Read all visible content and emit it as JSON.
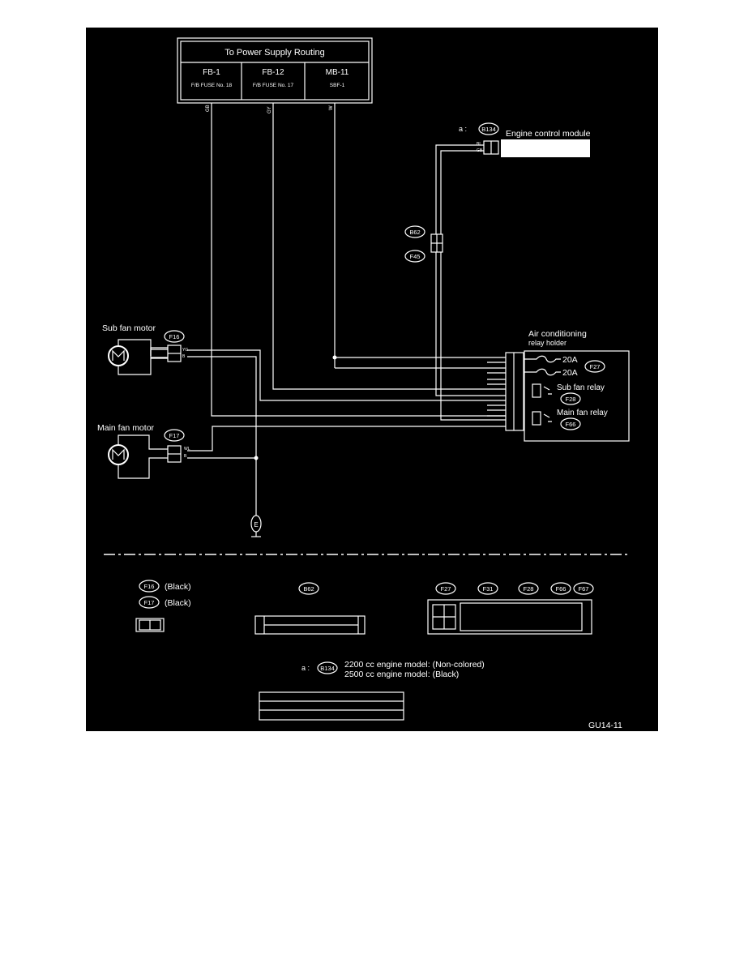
{
  "power_box": {
    "title": "To Power Supply Routing",
    "cols": [
      {
        "code": "FB-1",
        "sub": "F/B FUSE No. 18"
      },
      {
        "code": "FB-12",
        "sub": "F/B FUSE No. 17"
      },
      {
        "code": "MB-11",
        "sub": "SBF-1"
      }
    ]
  },
  "wire_colors": {
    "fb1": "GB",
    "fb12": "GY",
    "mb11": "W",
    "ecm_top": "BL",
    "ecm_bottom": "GB",
    "sub_top": "YG",
    "sub_bottom": "B",
    "main_top": "WL",
    "main_bottom": "B"
  },
  "ecm": {
    "prefix": "a :",
    "connector": "B134",
    "label": "Engine control module"
  },
  "connectors": {
    "b62": "B62",
    "f45": "F45",
    "f16": "F16",
    "f17": "F17",
    "f27": "F27",
    "f28": "F28",
    "f66": "F66",
    "ground": "E"
  },
  "motors": {
    "sub": "Sub fan motor",
    "main": "Main fan motor"
  },
  "relay_holder": {
    "title": "Air conditioning",
    "subtitle": "relay holder",
    "fuse1": "20A",
    "fuse2": "20A",
    "sub_relay": "Sub fan relay",
    "main_relay": "Main fan relay"
  },
  "legend": {
    "f16": "F16",
    "f16_color": "(Black)",
    "f17": "F17",
    "f17_color": "(Black)",
    "b62": "B62",
    "f27": "F27",
    "f31": "F31",
    "f28": "F28",
    "f66": "F66",
    "f67": "F67",
    "note_prefix": "a :",
    "note_connector": "B134",
    "note_line1": "2200 cc engine model: (Non-colored)",
    "note_line2": "2500 cc engine model: (Black)"
  },
  "figure_id": "GU14-11"
}
